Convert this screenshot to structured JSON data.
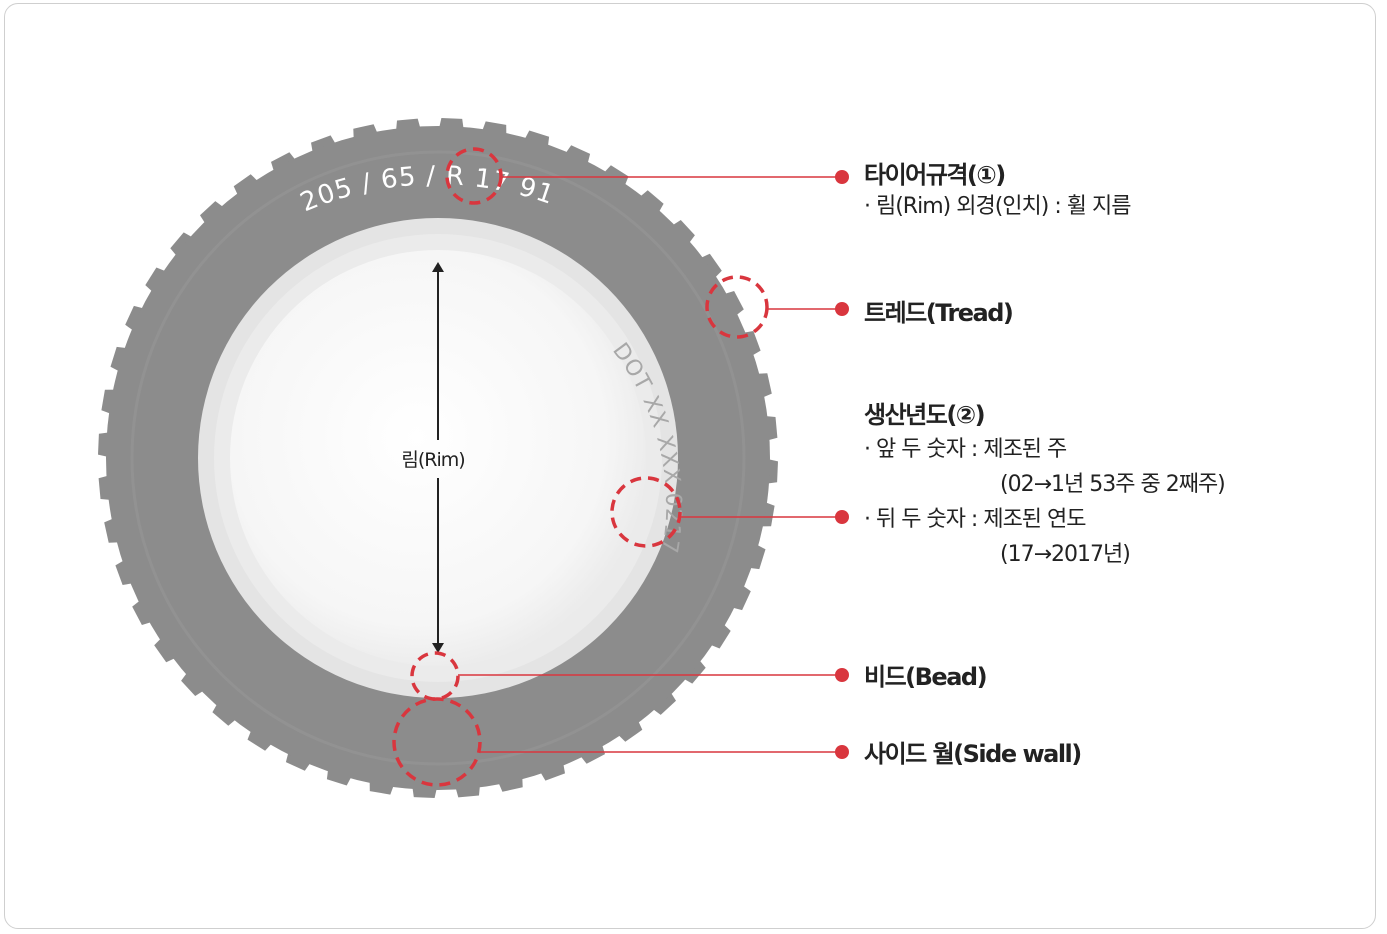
{
  "tire": {
    "spec_text": "205 / 65 / R 17 91H",
    "dot_text": "DOT XX XXX 0217",
    "rim_label": "림(Rim)"
  },
  "callouts": {
    "tire_size": {
      "title": "타이어규격(①)",
      "line1": "· 림(Rim) 외경(인치) : 휠 지름"
    },
    "tread": {
      "title": "트레드(Tread)"
    },
    "production": {
      "title": "생산년도(②)",
      "line1": "· 앞 두 숫자 : 제조된 주",
      "line2": "(02→1년 53주 중 2째주)",
      "line3": "· 뒤 두 숫자 : 제조된 연도",
      "line4": "(17→2017년)"
    },
    "bead": {
      "title": "비드(Bead)"
    },
    "sidewall": {
      "title": "사이드 월(Side wall)"
    }
  },
  "colors": {
    "accent": "#d9363e",
    "tire": "#8c8c8c",
    "rim_area": "#efefef",
    "frame_border": "#cfcfcf"
  }
}
